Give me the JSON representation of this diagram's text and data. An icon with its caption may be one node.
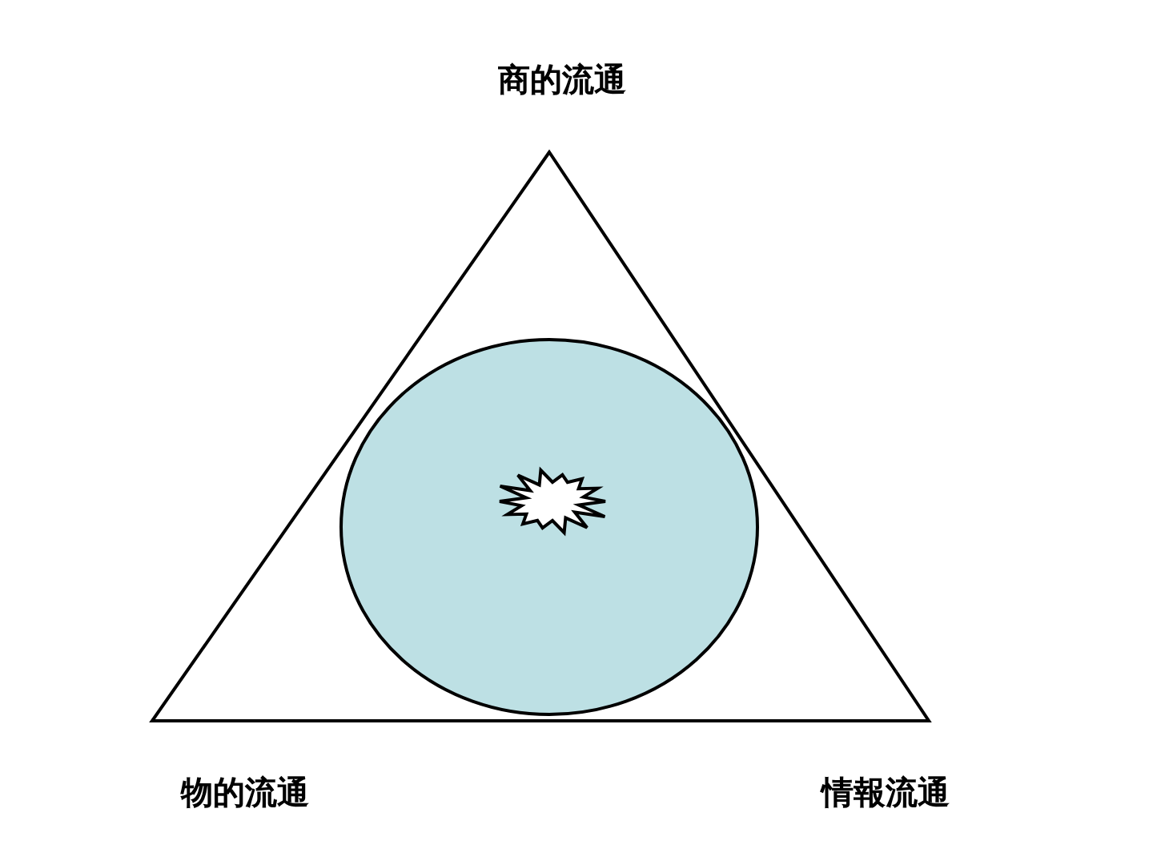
{
  "diagram": {
    "labels": [
      "商的流通",
      "物的流通",
      "情報流通"
    ]
  }
}
